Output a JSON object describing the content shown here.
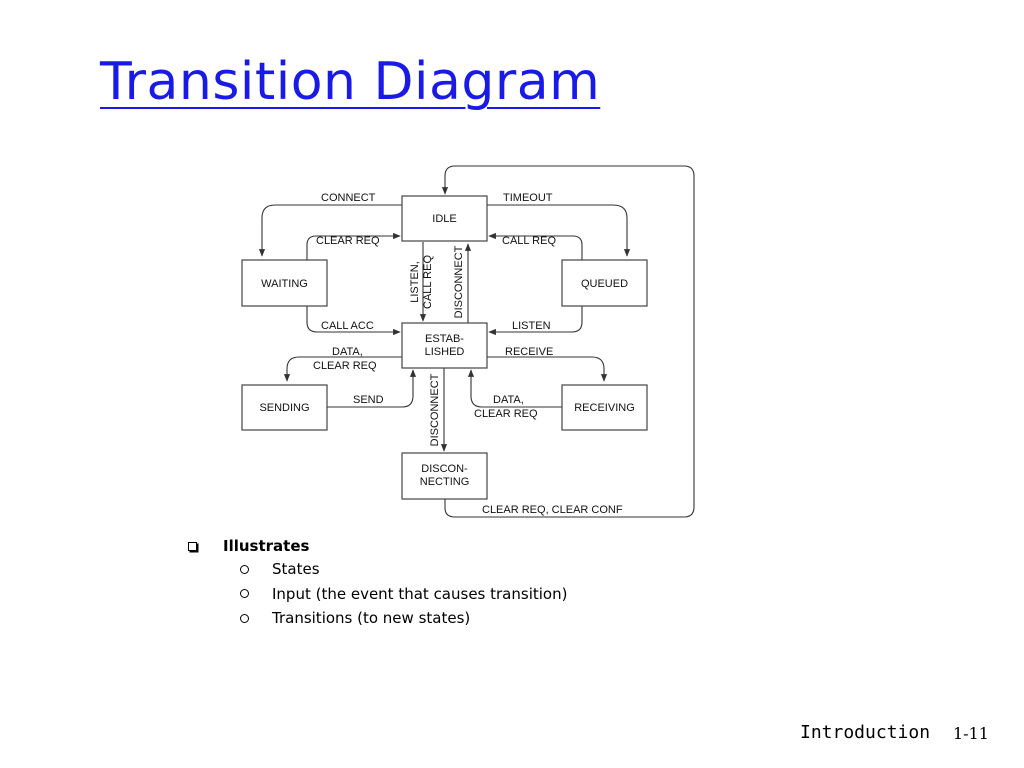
{
  "slide": {
    "title": "Transition Diagram",
    "footer_section": "Introduction",
    "footer_page": "1-11"
  },
  "diagram": {
    "states": {
      "idle": [
        "IDLE"
      ],
      "waiting": [
        "WAITING"
      ],
      "queued": [
        "QUEUED"
      ],
      "established": [
        "ESTAB-",
        "LISHED"
      ],
      "sending": [
        "SENDING"
      ],
      "receiving": [
        "RECEIVING"
      ],
      "disconnecting": [
        "DISCON-",
        "NECTING"
      ]
    },
    "transitions": {
      "connect": "CONNECT",
      "timeout": "TIMEOUT",
      "clear_req_idle": "CLEAR REQ",
      "call_req": "CALL REQ",
      "listen_call_req": [
        "LISTEN,",
        "CALL REQ"
      ],
      "disconnect_up": "DISCONNECT",
      "call_acc": "CALL ACC",
      "listen": "LISTEN",
      "data_clear_req_sending": [
        "DATA,",
        "CLEAR REQ"
      ],
      "receive": "RECEIVE",
      "send": "SEND",
      "data_clear_req_receiving": [
        "DATA,",
        "CLEAR REQ"
      ],
      "disconnect_down": "DISCONNECT",
      "clear_req_clear_conf": "CLEAR REQ, CLEAR CONF"
    }
  },
  "bullets": {
    "heading": "Illustrates",
    "items": [
      "States",
      "Input (the event that causes transition)",
      "Transitions (to new states)"
    ]
  }
}
